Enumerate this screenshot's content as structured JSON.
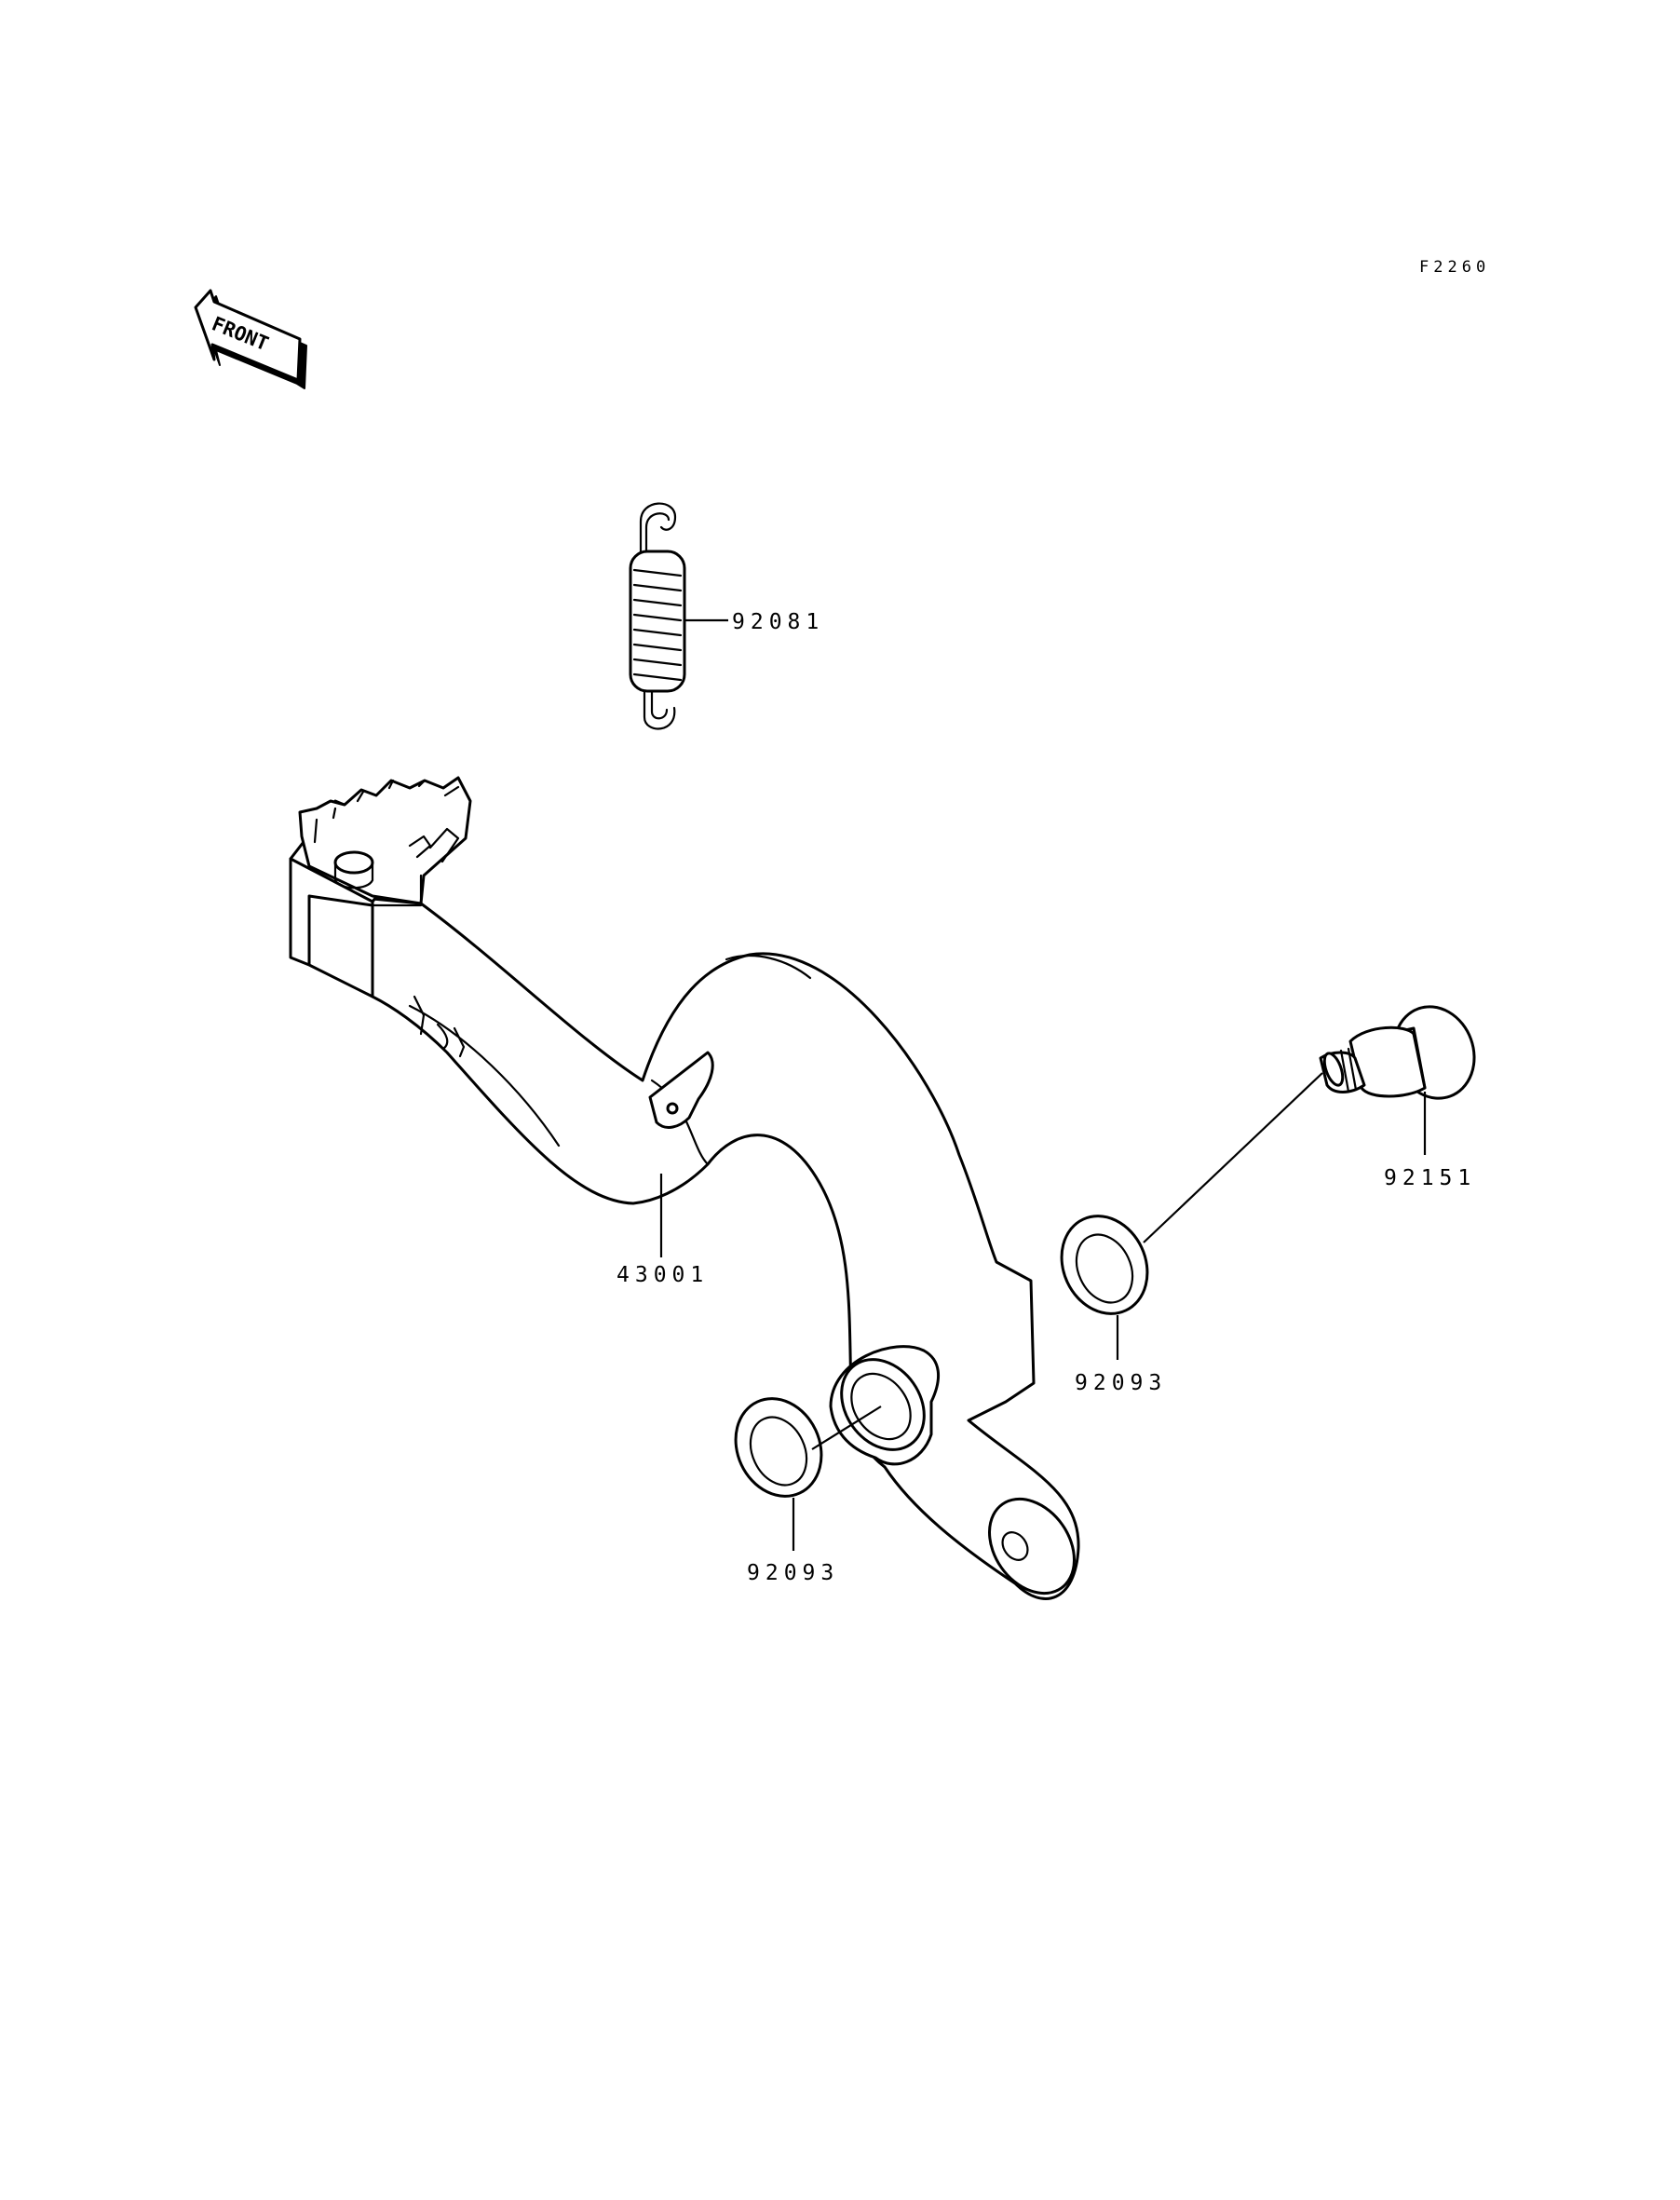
{
  "figure_code": "F2260",
  "front_marker": "FRONT",
  "callouts": {
    "spring": "92081",
    "pedal": "43001",
    "bolt": "92151",
    "seal_right": "92093",
    "seal_left": "92093"
  }
}
